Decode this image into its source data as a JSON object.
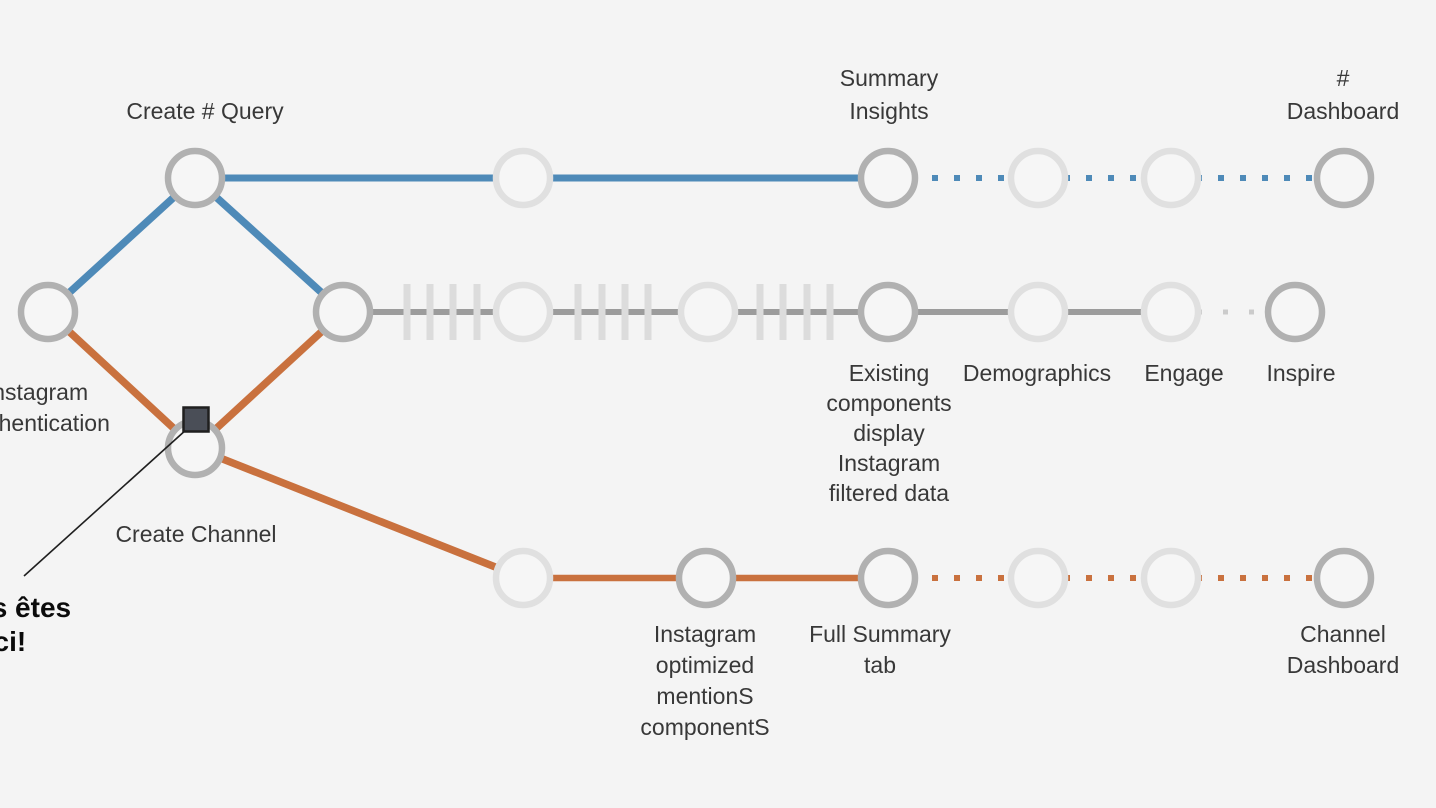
{
  "colors": {
    "background": "#f4f4f4",
    "blue_branch": "#4e8ab8",
    "orange_branch": "#c9713e",
    "gray_branch": "#9c9c9c",
    "gray_dotted": "#cbcbcb",
    "tick": "#dcdcdc",
    "ring_dark": "#b1b1b1",
    "ring_light": "#e0e0e0",
    "node_fill": "#f6f6f6",
    "marker_fill": "#4a4e57",
    "marker_border": "#1f1f1f",
    "annotation_line": "#1f1f1f",
    "label_text": "#383838",
    "annotation_text": "#0b0b0b"
  },
  "root": {
    "id": "instagram-authentication",
    "label": "Instagram\nAuthentication",
    "ring": "dark"
  },
  "branches": [
    {
      "name": "hashtag-query-branch",
      "color": "#4e8ab8",
      "line_style": "solid then dotted",
      "nodes": [
        {
          "id": "create-hash-query",
          "label": "Create # Query",
          "ring": "dark"
        },
        {
          "id": "hash-step-2",
          "label": "",
          "ring": "light"
        },
        {
          "id": "summary-insights",
          "label": "Summary\nInsights",
          "ring": "dark"
        },
        {
          "id": "hash-step-4",
          "label": "",
          "ring": "light"
        },
        {
          "id": "hash-step-5",
          "label": "",
          "ring": "light"
        },
        {
          "id": "hash-dashboard",
          "label": "#\nDashboard",
          "ring": "dark"
        }
      ]
    },
    {
      "name": "main-feed-branch",
      "color": "#9c9c9c",
      "line_style": "solid with tick marks, then dotted",
      "nodes": [
        {
          "id": "feed-start",
          "label": "",
          "ring": "dark"
        },
        {
          "id": "feed-step-2",
          "label": "",
          "ring": "light"
        },
        {
          "id": "feed-step-3",
          "label": "",
          "ring": "light"
        },
        {
          "id": "existing-components",
          "label": "Existing\ncomponents\ndisplay\nInstagram\nfiltered data",
          "ring": "dark"
        },
        {
          "id": "demographics",
          "label": "Demographics",
          "ring": "light"
        },
        {
          "id": "engage",
          "label": "Engage",
          "ring": "light"
        },
        {
          "id": "inspire",
          "label": "Inspire",
          "ring": "dark"
        }
      ]
    },
    {
      "name": "channel-branch",
      "color": "#c9713e",
      "line_style": "solid then dotted",
      "nodes": [
        {
          "id": "create-channel",
          "label": "Create Channel",
          "ring": "dark"
        },
        {
          "id": "channel-step-2",
          "label": "",
          "ring": "light"
        },
        {
          "id": "instagram-optimized-mentions",
          "label": "Instagram\noptimized\nmentionS\ncomponentS",
          "ring": "dark"
        },
        {
          "id": "full-summary-tab",
          "label": "Full Summary\ntab",
          "ring": "dark"
        },
        {
          "id": "channel-step-5",
          "label": "",
          "ring": "light"
        },
        {
          "id": "channel-step-6",
          "label": "",
          "ring": "light"
        },
        {
          "id": "channel-dashboard",
          "label": "Channel\nDashboard",
          "ring": "dark"
        }
      ]
    }
  ],
  "annotation": {
    "you_are_here_label": "Vous êtes\nici!",
    "marker": "current-position-square"
  }
}
